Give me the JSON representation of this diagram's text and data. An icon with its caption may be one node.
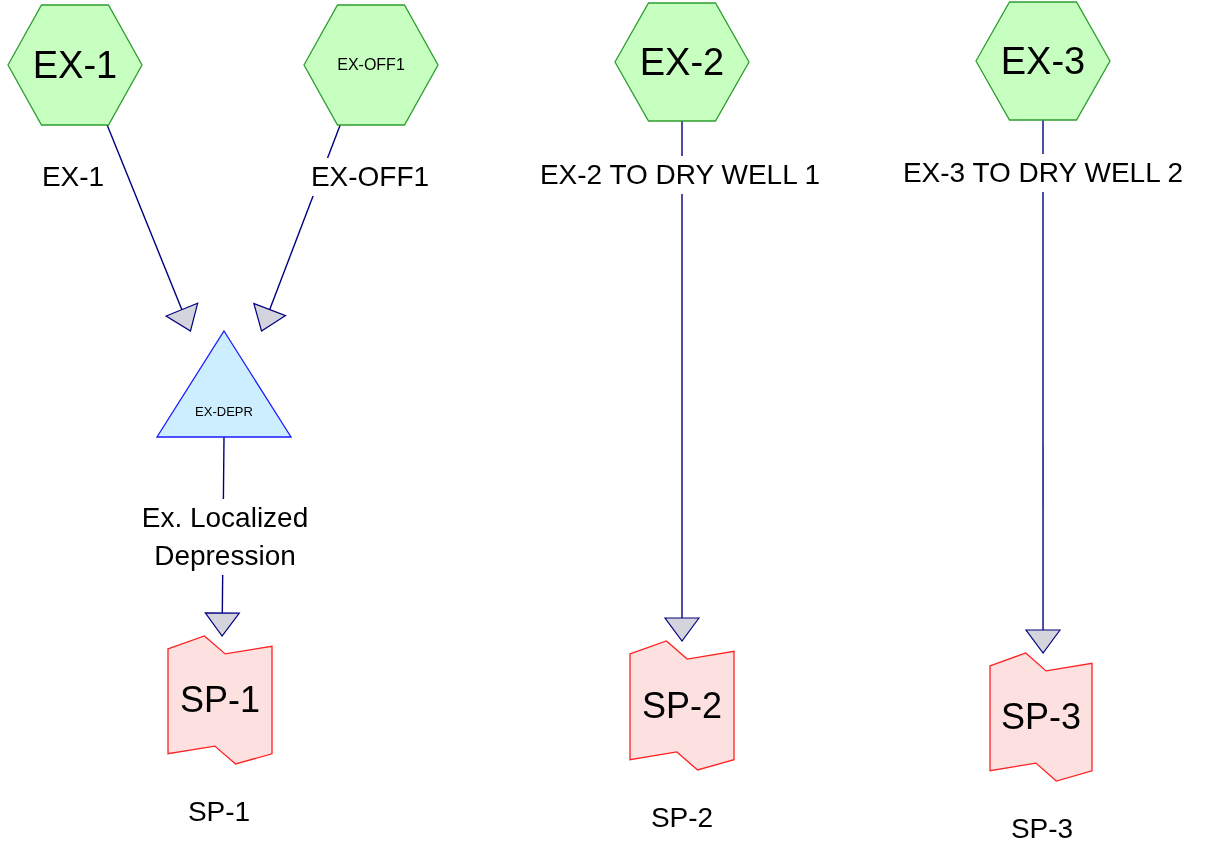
{
  "diagram": {
    "nodes": [
      {
        "text": [
          "EX-1"
        ],
        "beside": [
          "EX-1"
        ]
      },
      {
        "text": [
          "EX-OFF1"
        ],
        "beside": [
          "EX-OFF1"
        ]
      },
      {
        "text": [
          "EX-2"
        ],
        "beside": [
          "EX-2 TO DRY WELL 1"
        ]
      },
      {
        "text": [
          "EX-3"
        ],
        "beside": [
          "EX-3 TO DRY WELL 2"
        ]
      },
      {
        "text": [
          "EX-DEPR"
        ],
        "beside": [
          "Ex. Localized Depression"
        ]
      },
      {
        "text": [
          "SP-1"
        ],
        "beside": [
          "SP-1"
        ]
      },
      {
        "text": [
          "SP-2"
        ],
        "beside": [
          "SP-2"
        ]
      },
      {
        "text": [
          "SP-3"
        ],
        "beside": [
          "SP-3"
        ]
      }
    ],
    "edges": [
      {
        "from": 0,
        "to": 4,
        "arrow": "to"
      },
      {
        "from": 1,
        "to": 4,
        "arrow": "to"
      },
      {
        "from": 4,
        "to": 5,
        "arrow": "to"
      },
      {
        "from": 2,
        "to": 6,
        "arrow": "to"
      },
      {
        "from": 3,
        "to": 7,
        "arrow": "to"
      }
    ]
  }
}
